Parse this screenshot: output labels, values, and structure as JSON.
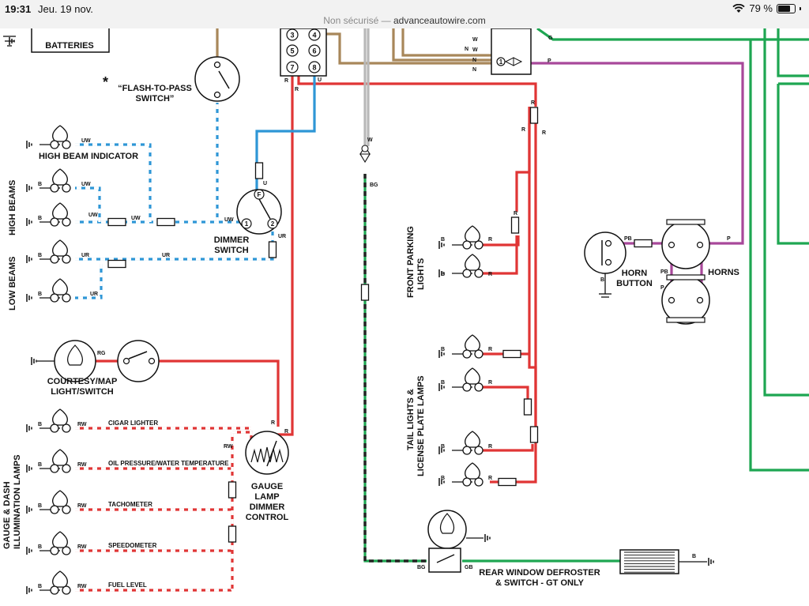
{
  "status_bar": {
    "time": "19:31",
    "date": "Jeu. 19 nov.",
    "battery": "79 %",
    "battery_level": 0.79
  },
  "address_bar": {
    "security": "Non sécurisé —",
    "domain": "advanceautowire.com"
  },
  "diagram": {
    "batteries": "BATTERIES",
    "flash_to_pass": [
      "“FLASH-TO-PASS",
      "SWITCH”"
    ],
    "asterisk": "*",
    "high_beam_indicator": "HIGH BEAM INDICATOR",
    "high_beams": "HIGH BEAMS",
    "low_beams": "LOW BEAMS",
    "dimmer_switch": [
      "DIMMER",
      "SWITCH"
    ],
    "courtesy": [
      "COURTESY/MAP",
      "LIGHT/SWITCH"
    ],
    "gauge_group": [
      "GAUGE  & DASH",
      "ILLUMINATION LAMPS"
    ],
    "gauge_lamps": [
      "CIGAR LIGHTER",
      "OIL PRESSURE/WATER TEMPERATURE",
      "TACHOMETER",
      "SPEEDOMETER",
      "FUEL LEVEL"
    ],
    "gauge_dimmer": [
      "GAUGE",
      "LAMP",
      "DIMMER",
      "CONTROL"
    ],
    "front_parking": [
      "FRONT PARKING",
      "LIGHTS"
    ],
    "tail_lights": [
      "TAIL LIGHTS &",
      "LICENSE PLATE LAMPS"
    ],
    "horn_button": [
      "HORN",
      "BUTTON"
    ],
    "horns": "HORNS",
    "rear_defroster": [
      "REAR WINDOW DEFROSTER",
      "& SWITCH - GT ONLY"
    ],
    "terminals": [
      "3",
      "4",
      "5",
      "6",
      "7",
      "8",
      "1",
      "2",
      "F"
    ],
    "wire_codes": {
      "uw": "UW",
      "ur": "UR",
      "u": "U",
      "r": "R",
      "b": "B",
      "rg": "RG",
      "rw": "RW",
      "w": "W",
      "n": "N",
      "g": "G",
      "p": "P",
      "pb": "PB",
      "bg": "BG",
      "gb": "GB"
    },
    "wire_colors": {
      "red": "#e03535",
      "blue": "#2e96d6",
      "brown": "#a8875a",
      "green": "#1ea652",
      "purple": "#a8489a",
      "black": "#222222",
      "white_gray": "#b8b8b8"
    }
  }
}
